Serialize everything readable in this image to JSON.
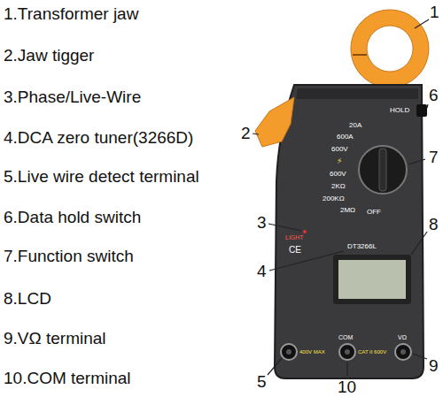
{
  "diagram": {
    "labels": [
      "1.Transformer jaw",
      "2.Jaw tigger",
      "3.Phase/Live-Wire",
      "4.DCA zero tuner(3266D)",
      "5.Live wire detect terminal",
      "6.Data hold switch",
      "7.Function switch",
      "8.LCD",
      "9.VΩ terminal",
      "10.COM terminal",
      "1",
      "2",
      "3",
      "4",
      "5",
      "6",
      "7",
      "8",
      "9",
      "10",
      "HOLD",
      "20A",
      "600A",
      "600V",
      "⚡",
      "600V",
      "2KΩ",
      "200KΩ",
      "2MΩ",
      "OFF",
      "LIGHT",
      "CE",
      "DT3266L",
      "COM",
      "VΩ",
      "400V MAX",
      "CAT II 600V"
    ]
  }
}
